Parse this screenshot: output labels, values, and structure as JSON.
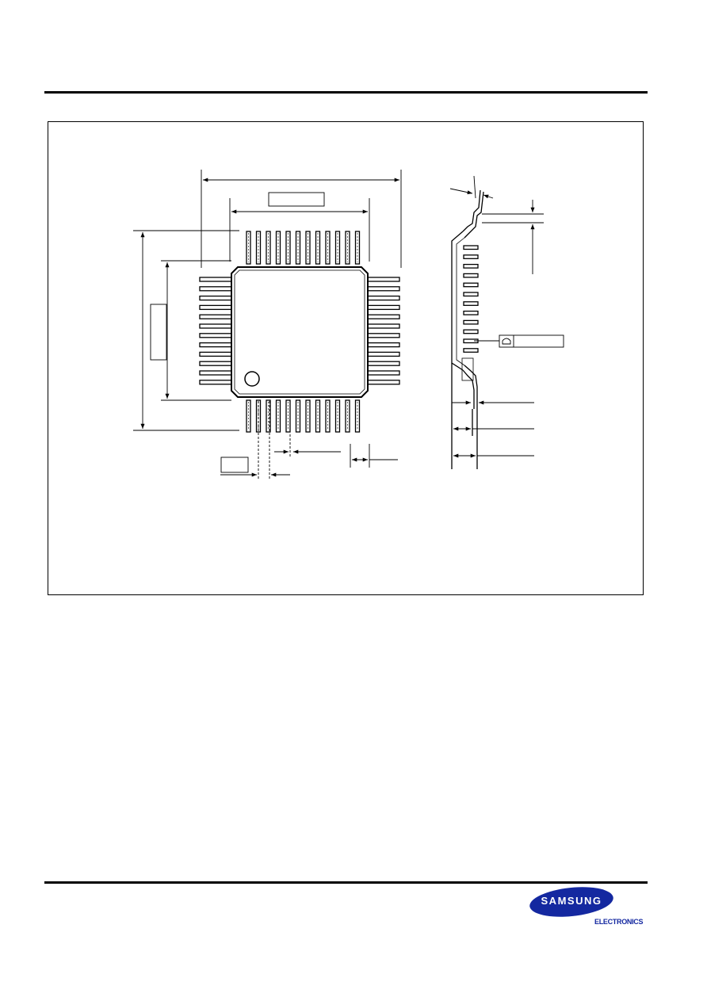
{
  "brand": {
    "wordmark": "SAMSUNG",
    "subline": "ELECTRONICS",
    "oval_color": "#1428a0"
  },
  "drawing": {
    "subject": "package outline drawing",
    "pins_per_side": 12
  }
}
